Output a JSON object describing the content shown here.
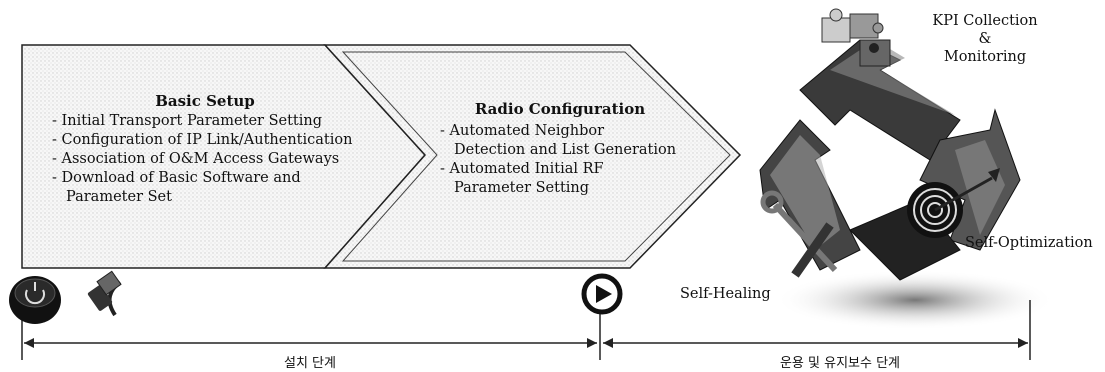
{
  "stages": [
    {
      "title": "Basic Setup",
      "bullets": [
        "- Initial Transport Parameter Setting",
        "- Configuration of IP Link/Authentication",
        "- Association of O&M Access Gateways",
        "- Download of Basic Software and",
        "Parameter Set"
      ]
    },
    {
      "title": "Radio Configuration",
      "bullets": [
        "- Automated Neighbor",
        "Detection and List Generation",
        "- Automated Initial RF",
        "Parameter Setting"
      ]
    }
  ],
  "cycle": {
    "kpi_line1": "KPI Collection &",
    "kpi_line2": "Monitoring",
    "self_optimization": "Self-Optimization",
    "self_healing": "Self-Healing"
  },
  "timeline": {
    "install_phase": "설치 단계",
    "operation_phase": "운용 및 유지보수 단계"
  },
  "icons": [
    "power-button-icon",
    "network-cable-icon",
    "play-button-icon",
    "puzzle-icon",
    "target-icon",
    "wrench-icon",
    "recycle-arrows-icon"
  ],
  "colors": {
    "stroke": "#222222",
    "fill_light": "#f2f2f2",
    "dark": "#1a1a1a"
  }
}
